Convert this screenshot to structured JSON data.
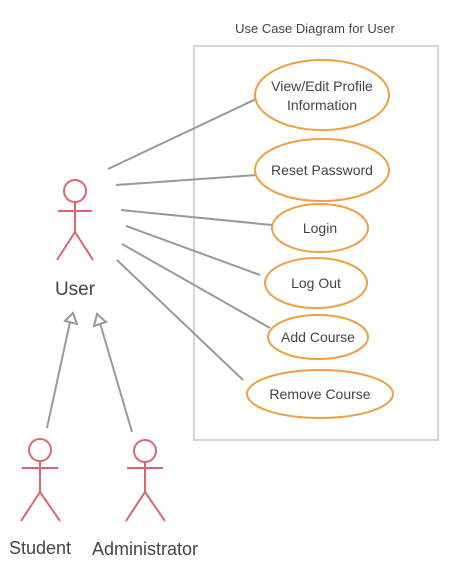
{
  "diagram": {
    "title": "Use Case Diagram for User",
    "colors": {
      "actor": "#e06470",
      "use_case_border": "#f0a040",
      "line": "#999999",
      "boundary": "#c8c8c8",
      "text": "#444444"
    },
    "actors": {
      "user": "User",
      "student": "Student",
      "administrator": "Administrator"
    },
    "use_cases": [
      {
        "line1": "View/Edit Profile",
        "line2": "Information"
      },
      {
        "line1": "Reset Password",
        "line2": ""
      },
      {
        "line1": "Login",
        "line2": ""
      },
      {
        "line1": "Log Out",
        "line2": ""
      },
      {
        "line1": "Add Course",
        "line2": ""
      },
      {
        "line1": "Remove Course",
        "line2": ""
      }
    ]
  }
}
